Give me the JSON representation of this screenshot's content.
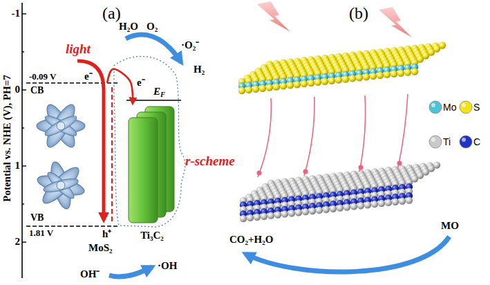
{
  "diagram": {
    "nodes": [
      {
        "text": [
          "MoS₂"
        ]
      },
      {
        "text": [
          "Ti₃C₂"
        ]
      }
    ],
    "edges": [
      {
        "from": 0,
        "to": 1,
        "arrow": "to",
        "label": "e⁻"
      }
    ],
    "labels": [
      "(a)",
      "(b)",
      "Potential vs. NHE (V), PH=7",
      "-1",
      "0",
      "1",
      "2",
      "-0.09 V",
      "CB",
      "VB",
      "1.81 V",
      "light",
      "e⁻",
      "h⁺",
      "EF",
      "H₂O",
      "O₂",
      "·O₂⁻",
      "H₂",
      "r-scheme",
      "·OH",
      "OH⁻",
      "CO₂+H₂O",
      "MO"
    ],
    "legend": [
      {
        "text": "Mo",
        "color": "#4fc3d6"
      },
      {
        "text": "S",
        "color": "#f2e21b"
      },
      {
        "text": "Ti",
        "color": "#c9c9c9"
      },
      {
        "text": "C",
        "color": "#2233c4"
      }
    ]
  }
}
